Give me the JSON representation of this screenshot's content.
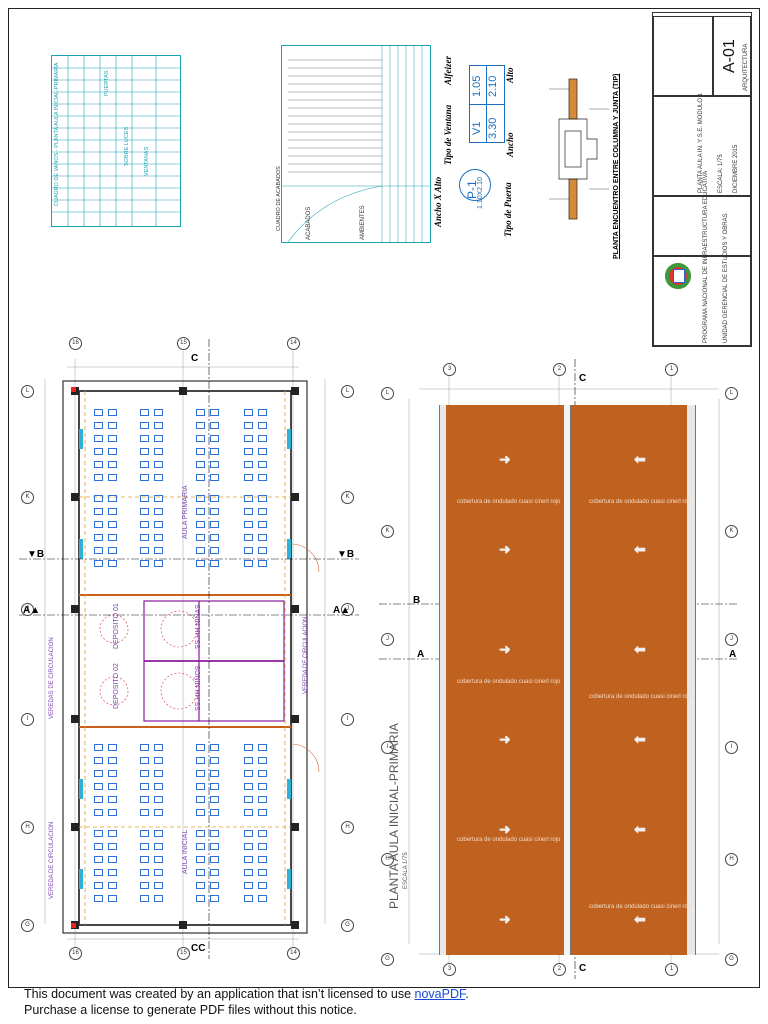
{
  "title_block": {
    "program": "PROGRAMA NACIONAL DE INFRAESTRUCTURA EDUCATIVA",
    "unit": "UNIDAD GERENCIAL DE ESTUDIOS Y OBRAS",
    "plan": "PLANTA AULA IN. Y S.E. MODULO 1",
    "sheet_number": "A-01",
    "date": "DICIEMBRE 2015",
    "scale": "ESCALA: 1/75",
    "specialty": "ARQUITECTURA"
  },
  "tables": {
    "openings_title": "CUADRO DE VANOS - PLANTA AULA INICIAL-PRIMARIA",
    "finishes_title": "CUADRO DE ACABADOS",
    "puertas": "PUERTAS",
    "sobreluces": "SOBRE LUCES",
    "ventanas": "VENTANAS",
    "acabados": "ACABADOS",
    "ambientes": "AMBIENTES"
  },
  "legend": {
    "door_code": "P-1",
    "door_size": "1.10X2.10",
    "door_type": "Tipo de Puerta",
    "door_dims": "Ancho X Alto",
    "window_code": "V1",
    "window_w": "3.30",
    "window_h1": "1.05",
    "window_h2": "2.10",
    "window_type": "Tipo de Ventana",
    "ancho": "Ancho",
    "alto": "Alto",
    "alfeizer": "Alfeizer",
    "joint_title": "PLANTA ENCUENTRO ENTRE COLUMNA Y JUNTA (TIP)"
  },
  "plan": {
    "title": "PLANTA AULA INICIAL-PRIMARIA",
    "scale": "ESCALA 1/75",
    "rooms": {
      "aula_top": "AULA PRIMARIA",
      "aula_bottom": "AULA INICIAL",
      "deposito1": "DEPOSITO 01",
      "deposito2": "DEPOSITO 02",
      "sshh1": "SS.HH NIÑAS",
      "sshh2": "SS.HH NIÑOS",
      "veredas": "VEREDAS DE CIRCULACION",
      "veredas_b": "VEREDA DE CIRCULACION",
      "rampa": "VEREDA DE CIRCULACION"
    },
    "grid_rows": [
      "L",
      "K",
      "J",
      "I",
      "H",
      "G"
    ],
    "grid_cols": [
      "16",
      "15",
      "14"
    ],
    "section_b": "B",
    "section_a": "A",
    "section_c": "C"
  },
  "roof": {
    "note": "cobertura de ondulado cuasi cinerl rojo",
    "grid_rows": [
      "L",
      "K",
      "J",
      "I",
      "H",
      "G"
    ],
    "grid_cols": [
      "3",
      "2",
      "1"
    ]
  },
  "notice": {
    "line1_pre": "This document was created by an application that isn’t licensed to use ",
    "link": "novaPDF",
    "line1_post": ".",
    "line2": "Purchase a license to generate PDF files without this notice."
  }
}
